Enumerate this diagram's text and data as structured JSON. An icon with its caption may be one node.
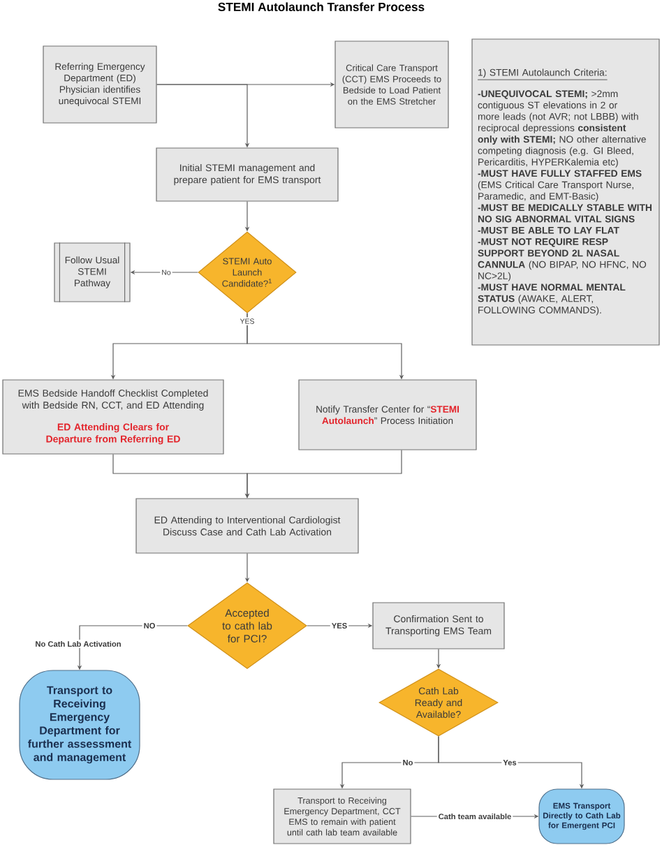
{
  "diagram": {
    "title": "STEMI Autolaunch Transfer Process",
    "nodes": [
      {
        "text": [
          "Referring Emergency Department (ED) Physician identifies unequivocal STEMI"
        ]
      },
      {
        "text": [
          "Critical Care Transport (CCT) EMS Proceeds to Bedside to Load Patient on the EMS Stretcher"
        ]
      },
      {
        "text": [
          "1) STEMI Autolaunch Criteria:",
          "**-UNEQUIVOCAL STEMI;** >2mm contiguous ST elevations in 2 or more leads (not AVR; not LBBB) with reciprocal depressions **consistent only with STEMI;** NO other alternative competing diagnosis (e.g. GI Bleed, Pericarditis, HYPERKalemia etc)",
          "**-MUST HAVE FULLY STAFFED EMS** (EMS Critical Care Transport Nurse, Paramedic, and EMT-Basic)",
          "-MUST BE MEDICALLY STABLE WITH NO SIG ABNORMAL VITAL SIGNS",
          "-MUST BE ABLE TO LAY FLAT",
          "**-MUST NOT REQUIRE RESP SUPPORT BEYOND 2L NASAL CANNULA** (NO BIPAP, NO HFNC, NO NC>2L)",
          "**-MUST HAVE NORMAL MENTAL STATUS** (AWAKE, ALERT, FOLLOWING COMMANDS)."
        ]
      },
      {
        "text": [
          "Initial STEMI management and prepare patient for EMS transport"
        ]
      },
      {
        "text": [
          "Follow Usual STEMI Pathway"
        ]
      },
      {
        "text": [
          "STEMI Auto Launch Candidate?$^{1}$"
        ]
      },
      {
        "text": [
          "EMS Bedside Handoff Checklist Completed with Bedside RN, CCT, and ED Attending",
          "ED Attending Clears for Departure from Referring ED"
        ]
      },
      {
        "text": [
          "Notify Transfer Center for “**STEMI Autolaunch**” Process Initiation"
        ]
      },
      {
        "text": [
          "ED Attending to Interventional Cardiologist Discuss Case and Cath Lab Activation"
        ]
      },
      {
        "text": [
          "Accepted to cath lab for PCI?"
        ]
      },
      {
        "text": [
          "Confirmation Sent to Transporting EMS Team"
        ]
      },
      {
        "text": [
          "Transport to Receiving Emergency Department for further assessment and management"
        ]
      },
      {
        "text": [
          "Cath Lab Ready and Available?"
        ]
      },
      {
        "text": [
          "Transport to Receiving Emergency Department, CCT EMS to remain with patient until cath lab team available"
        ]
      },
      {
        "text": [
          "EMS Transport Directly to Cath Lab for Emergent PCI"
        ]
      }
    ],
    "edges": [
      {
        "from": 0,
        "to": 1,
        "arrow": "to"
      },
      {
        "from": 0,
        "to": 3,
        "arrow": "to"
      },
      {
        "from": 3,
        "to": 5,
        "arrow": "to"
      },
      {
        "from": 5,
        "to": 4,
        "arrow": "to",
        "label": "No"
      },
      {
        "from": 5,
        "to": 6,
        "arrow": "to",
        "label": "YES"
      },
      {
        "from": 5,
        "to": 7,
        "arrow": "to"
      },
      {
        "from": 6,
        "to": 8,
        "arrow": "to"
      },
      {
        "from": 7,
        "to": 8,
        "arrow": "to"
      },
      {
        "from": 8,
        "to": 9,
        "arrow": "to"
      },
      {
        "from": 9,
        "to": 11,
        "arrow": "to",
        "label": "NO"
      },
      {
        "from": 9,
        "to": 10,
        "arrow": "to",
        "label": "YES"
      },
      {
        "from": 10,
        "to": 12,
        "arrow": "to"
      },
      {
        "from": 12,
        "to": 13,
        "arrow": "to",
        "label": "No"
      },
      {
        "from": 12,
        "to": 14,
        "arrow": "to",
        "label": "Yes"
      },
      {
        "from": 13,
        "to": 14,
        "arrow": "to",
        "label": "Cath team available"
      }
    ],
    "labels": [
      "No Cath Lab Activation"
    ]
  }
}
